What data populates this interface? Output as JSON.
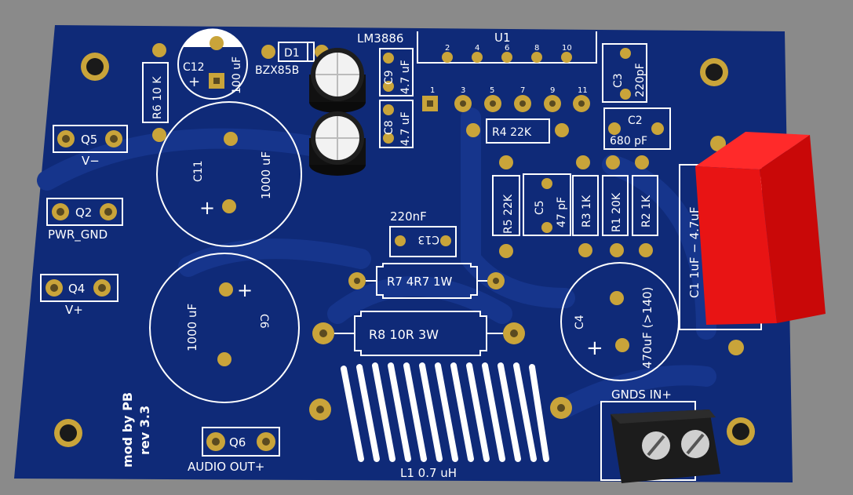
{
  "board": {
    "colors": {
      "background": "#8a8a8a",
      "pcb": "#0f2a78",
      "trace": "#16358c",
      "silkscreen": "#ffffff",
      "pad": "#c9a43a",
      "pad_hole": "#5a4a20",
      "mounting_hole_ring": "#c9a43a",
      "film_capacitor": "#e01010",
      "terminal_block": "#1c1c1c",
      "electrolytic_cap": "#111111"
    }
  },
  "labels": {
    "u1_chip": "LM3886",
    "u1_ref": "U1",
    "u1_top_pins": [
      "2",
      "4",
      "6",
      "8",
      "10"
    ],
    "u1_bottom_pins": [
      "1",
      "3",
      "5",
      "7",
      "9",
      "11"
    ],
    "c12_ref": "C12",
    "c12_value": "100 uF",
    "c12_plus": "+",
    "d1_ref": "D1",
    "d1_value": "BZX85B",
    "r6": "R6  10 K",
    "c9_ref": "C9",
    "c9_value": "4.7 uF",
    "c8_ref": "C8",
    "c8_value": "4.7 uF",
    "c3_ref": "C3",
    "c3_value": "220pF",
    "c2_ref": "C2",
    "c2_value": "680 pF",
    "r4": "R4 22K",
    "c11_ref": "C11",
    "c11_value": "1000 uF",
    "c11_plus": "+",
    "q5_ref": "Q5",
    "q5_label": "V−",
    "q2_ref": "Q2",
    "q2_label": "PWR_GND",
    "q4_ref": "Q4",
    "q4_label": "V+",
    "q6_ref": "Q6",
    "q6_label": "AUDIO OUT+",
    "c13_top": "220nF",
    "c13_ref": "C13",
    "r7": "R7  4R7  1W",
    "r8": "R8  10R  3W",
    "c6_ref": "C6",
    "c6_value": "1000 uF",
    "c6_plus": "+",
    "r5": "R5 22K",
    "c5_ref": "C5",
    "c5_value": "47 pF",
    "r3": "R3  1K",
    "r1": "R1  20K",
    "r2": "R2  1K",
    "c4_ref": "C4",
    "c4_value": "470uF (>140)",
    "c4_plus": "+",
    "c1_label": "C1   1uF − 4.7uF",
    "gnds_label": "GNDS  IN+",
    "l1_label": "L1     0.7 uH",
    "credit_line1": "mod by PB",
    "credit_line2": "rev 3.3"
  }
}
